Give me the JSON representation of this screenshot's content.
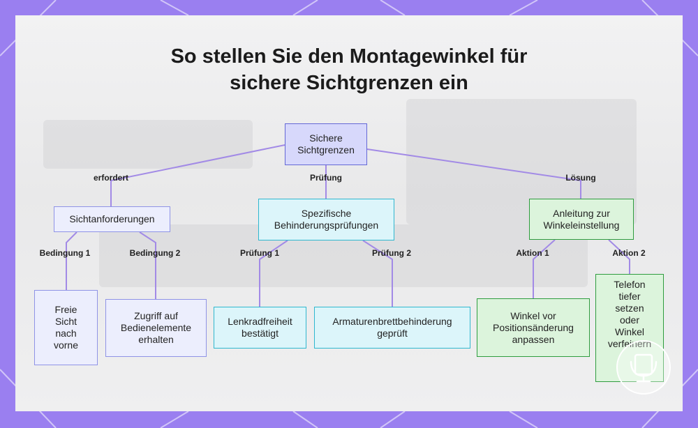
{
  "title": {
    "line1": "So stellen Sie den Montagewinkel für",
    "line2": "sichere Sichtgrenzen ein"
  },
  "nodes": {
    "root": "Sichere Sichtgrenzen",
    "sichtanforderungen": "Sichtanforderungen",
    "pruefungen": "Spezifische Behinderungsprüfungen",
    "anleitung": "Anleitung zur Winkeleinstellung",
    "freie_sicht": "Freie Sicht nach vorne",
    "zugriff": "Zugriff auf Bedienelemente erhalten",
    "lenkrad": "Lenkradfreiheit bestätigt",
    "armaturenbrett": "Armaturenbrettbehinderung geprüft",
    "winkel_vor": "Winkel vor Positionsänderung anpassen",
    "telefon": "Telefon tiefer setzen oder Winkel verfeinern"
  },
  "edges": {
    "erfordert": "erfordert",
    "pruefung": "Prüfung",
    "loesung": "Lösung",
    "bedingung1": "Bedingung 1",
    "bedingung2": "Bedingung 2",
    "pruefung1": "Prüfung 1",
    "pruefung2": "Prüfung 2",
    "aktion1": "Aktion 1",
    "aktion2": "Aktion 2"
  },
  "colors": {
    "connector": "#a28ae6",
    "frame": "#9a7ff0",
    "root_fill": "#d7d8fb",
    "check_fill": "#dcf5fa",
    "action_fill": "#dcf4dc"
  },
  "icons": [
    "watermark-logo-icon"
  ]
}
